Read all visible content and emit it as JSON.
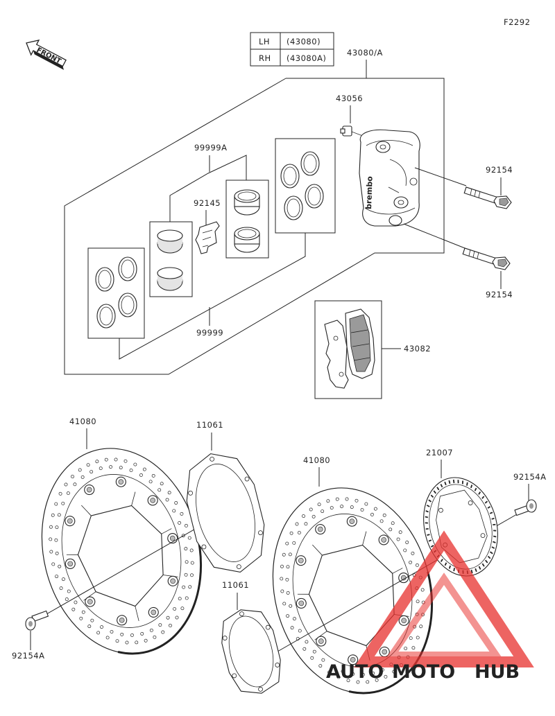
{
  "figure_code": "F2292",
  "front_label": "FRONT",
  "caliper_table": [
    {
      "side": "LH",
      "part": "(43080)"
    },
    {
      "side": "RH",
      "part": "(43080A)"
    }
  ],
  "labels": {
    "caliper": "43080/A",
    "bleeder": "43056",
    "bolt_upper": "92154",
    "bolt_lower": "92154",
    "seal_kit": "99999A",
    "pad_spring": "92145",
    "piston_kit": "99999",
    "pads": "43082",
    "disc_left": "41080",
    "shim_upper": "11061",
    "disc_right": "41080",
    "sensor_rotor": "21007",
    "disc_bolt_right": "92154A",
    "shim_lower": "11061",
    "disc_bolt_left": "92154A"
  },
  "caliper_brand": "brembo",
  "watermark": {
    "part1": "AUTO",
    "part2": "MOTO",
    "part3": "HUB",
    "color_red": "#e8312e",
    "color_orange": "#f4a11d",
    "color_dark": "#3a3a3a"
  }
}
